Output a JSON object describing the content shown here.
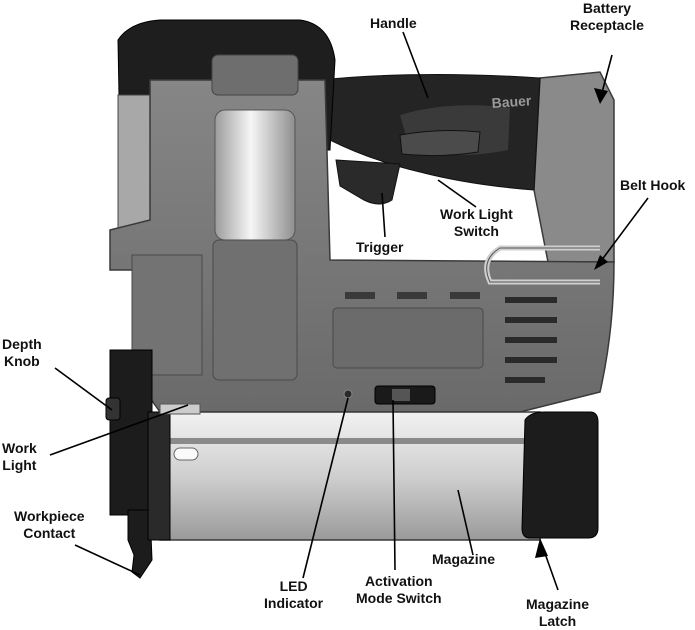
{
  "labels": {
    "handle": "Handle",
    "battery_receptacle": [
      "Battery",
      "Receptacle"
    ],
    "belt_hook": "Belt Hook",
    "work_light_switch": [
      "Work Light",
      "Switch"
    ],
    "trigger": "Trigger",
    "depth_knob": [
      "Depth",
      "Knob"
    ],
    "work_light": [
      "Work",
      "Light"
    ],
    "workpiece_contact": [
      "Workpiece",
      "Contact"
    ],
    "led_indicator": [
      "LED",
      "Indicator"
    ],
    "activation_mode_switch": [
      "Activation",
      "Mode Switch"
    ],
    "magazine": "Magazine",
    "magazine_latch": [
      "Magazine",
      "Latch"
    ]
  },
  "brand_mark": "Bauer",
  "colors": {
    "body_gray": "#7a7a7a",
    "dark_gray": "#5e5e5e",
    "black": "#1c1c1c",
    "metal_light": "#d8d8d8",
    "leader": "#000000"
  }
}
